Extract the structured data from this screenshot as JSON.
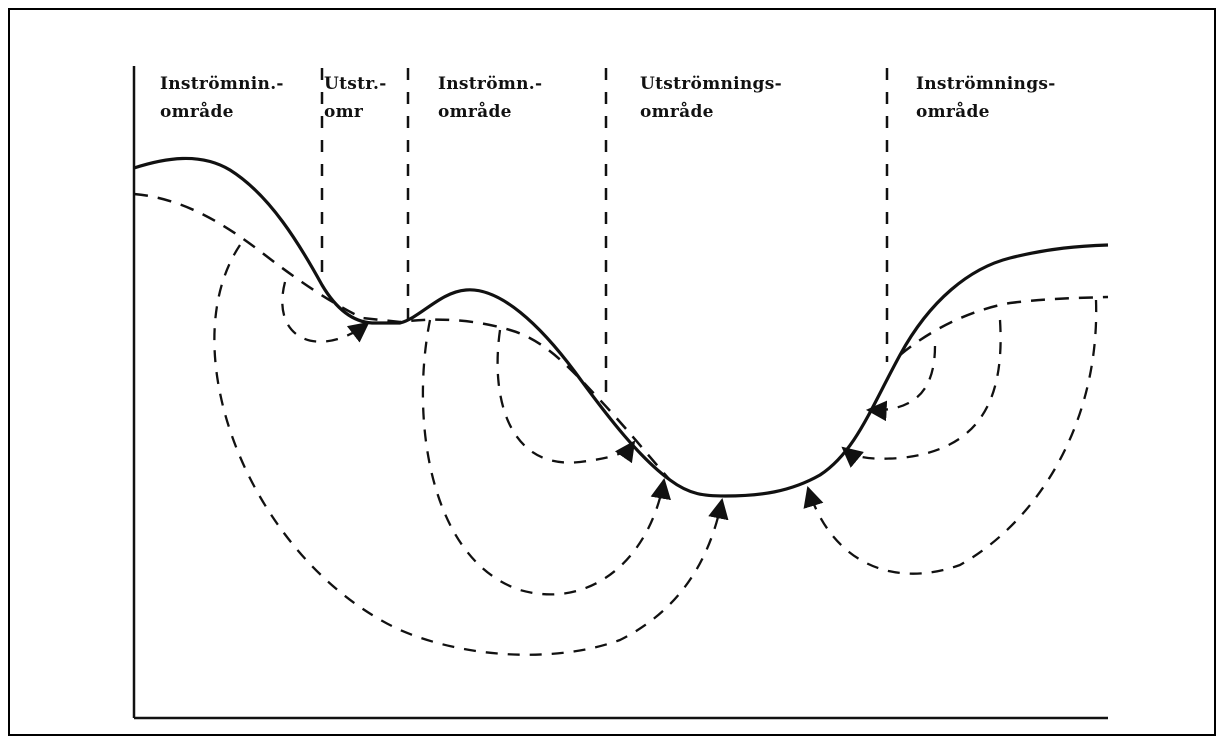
{
  "zones": [
    {
      "line1": "Inströmnin.-",
      "line2": "område"
    },
    {
      "line1": "Utstr.-",
      "line2": "omr"
    },
    {
      "line1": "Inströmn.-",
      "line2": "område"
    },
    {
      "line1": "Utströmnings-",
      "line2": "område"
    },
    {
      "line1": "Inströmnings-",
      "line2": "område"
    }
  ],
  "colors": {
    "line": "#111111",
    "background": "#ffffff"
  }
}
